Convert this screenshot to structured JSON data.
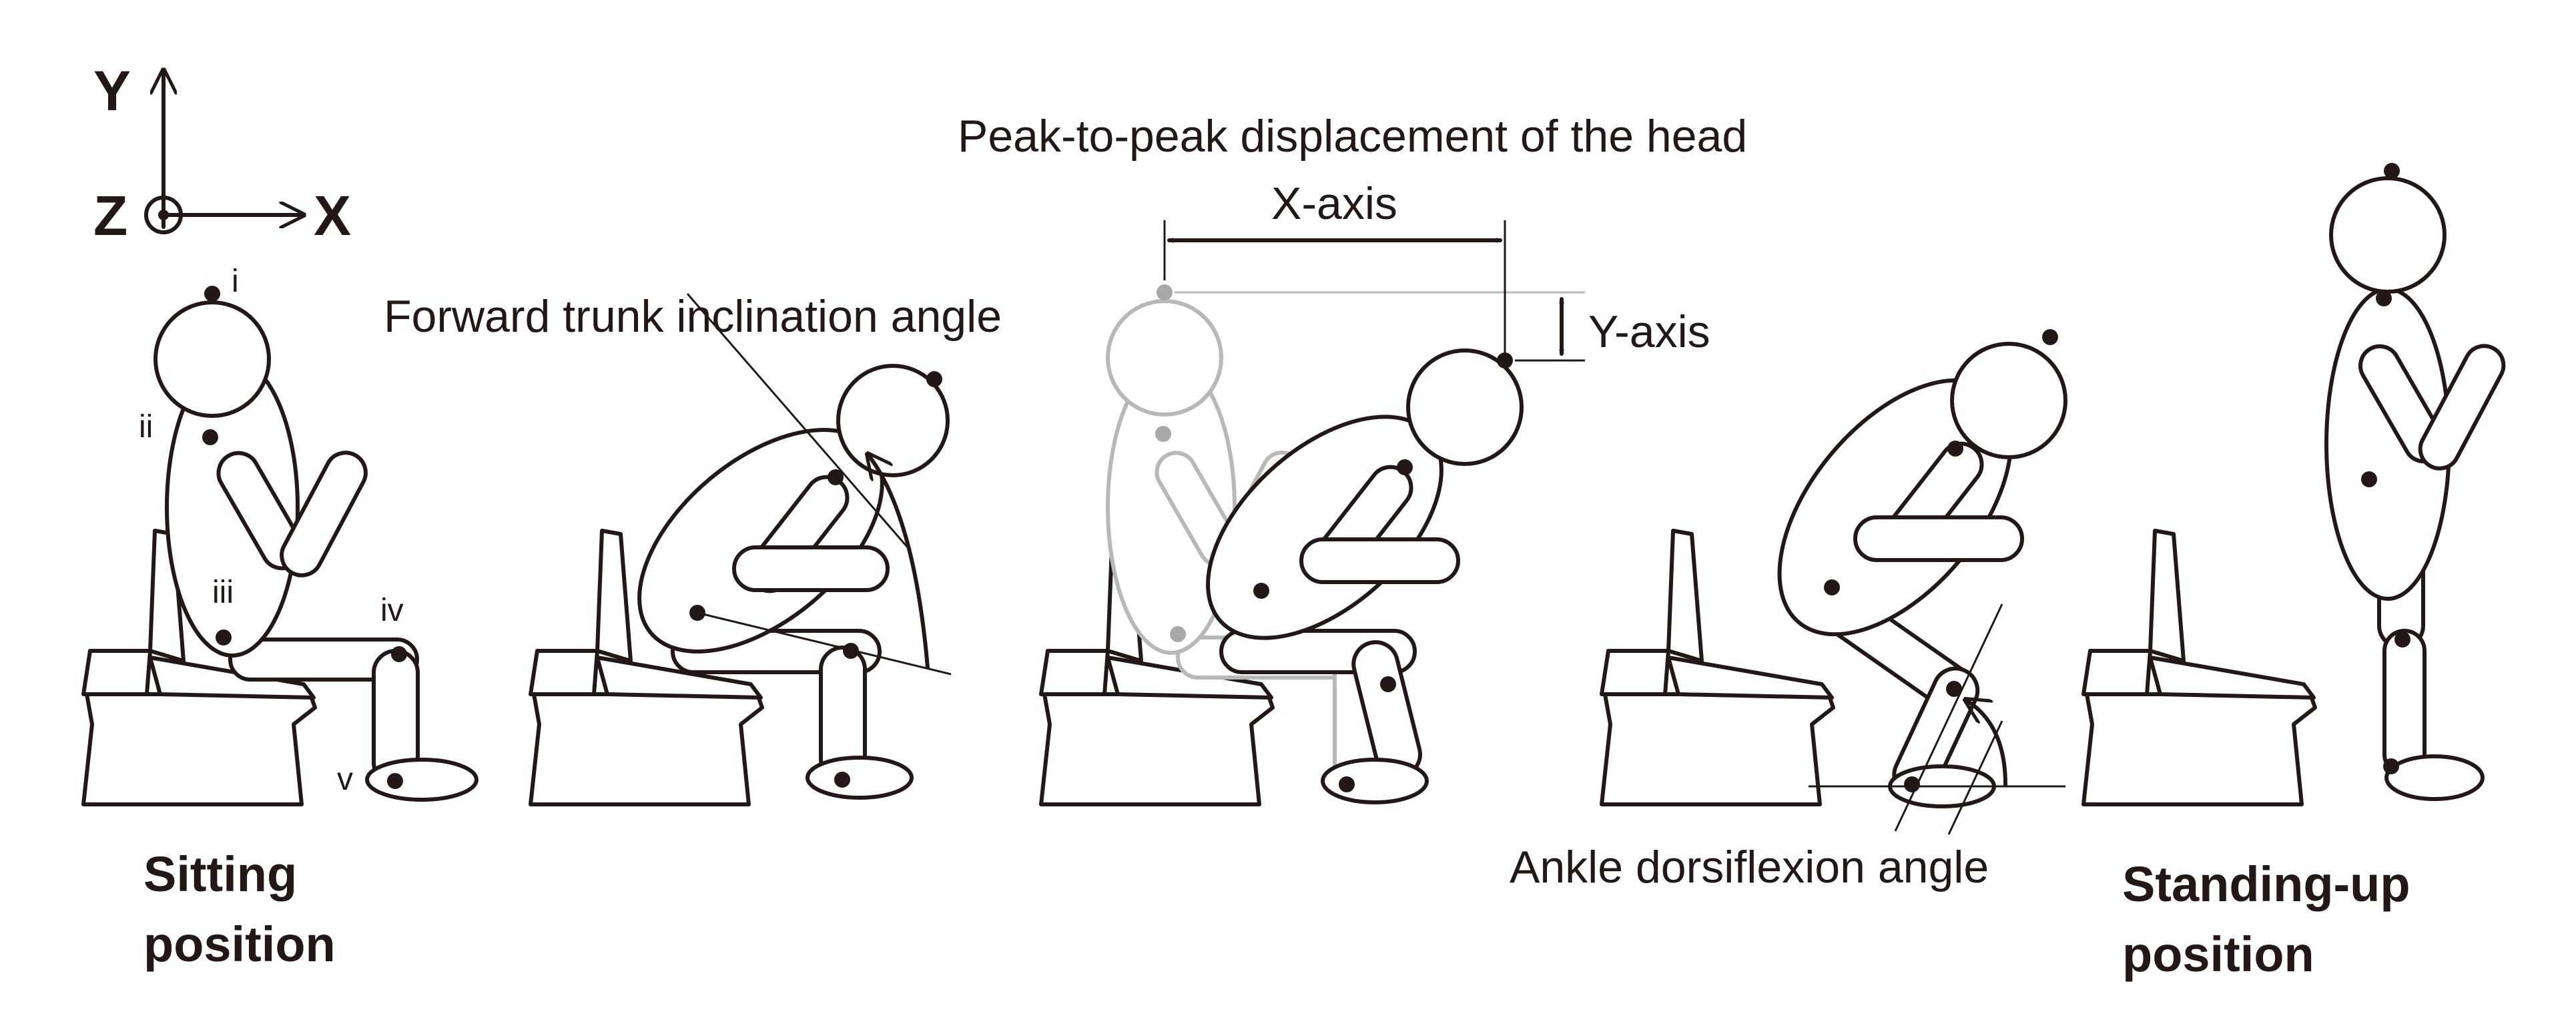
{
  "axes": {
    "y": "Y",
    "x": "X",
    "z": "Z"
  },
  "landmarks": {
    "i": "i",
    "ii": "ii",
    "iii": "iii",
    "iv": "iv",
    "v": "v"
  },
  "annotations": {
    "trunk_angle": "Forward trunk inclination angle",
    "peak_title": "Peak-to-peak displacement of the head",
    "x_axis": "X-axis",
    "y_axis": "Y-axis",
    "ankle_angle": "Ankle dorsiflexion angle"
  },
  "captions": {
    "sitting_line1": "Sitting",
    "sitting_line2": "position",
    "standing_line1": "Standing-up",
    "standing_line2": "position"
  },
  "colors": {
    "ink": "#231815",
    "ghost": "#b8b8b8"
  }
}
